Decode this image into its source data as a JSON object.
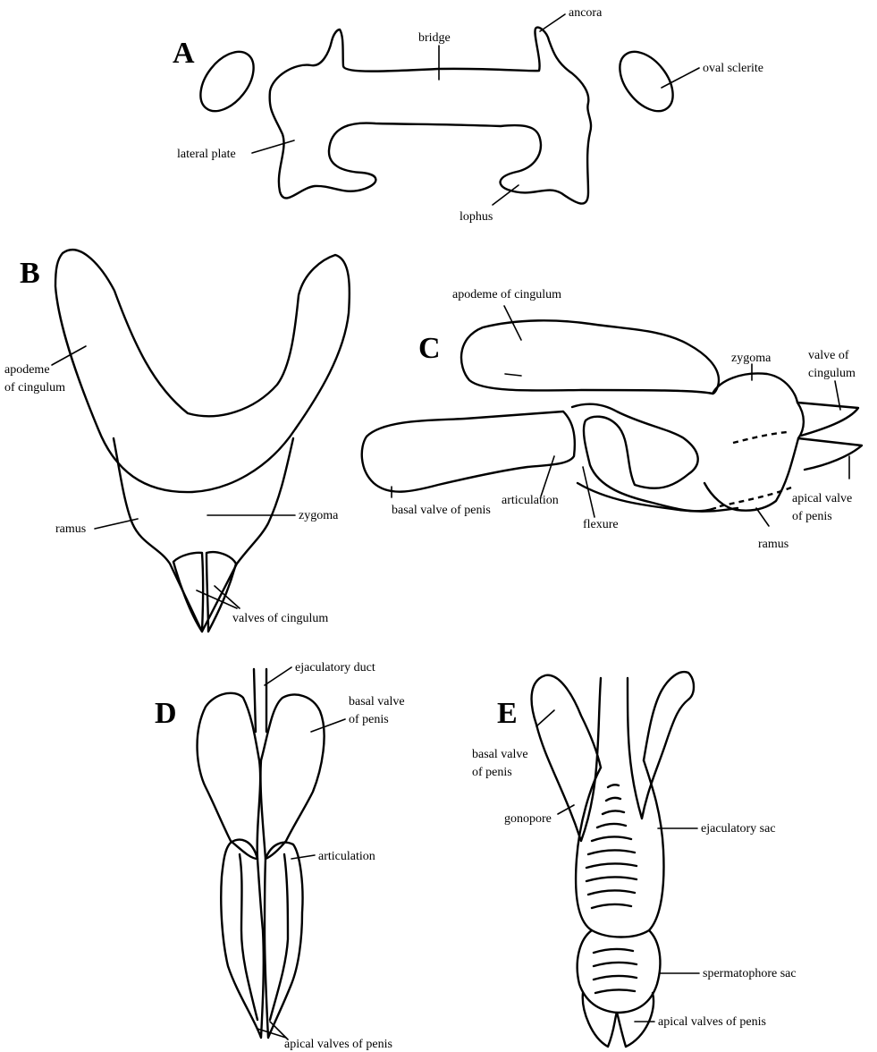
{
  "panels": [
    "A",
    "B",
    "C",
    "D",
    "E"
  ],
  "labels": {
    "a_ancora": "ancora",
    "a_bridge": "bridge",
    "a_oval_sclerite": "oval sclerite",
    "a_lateral_plate": "lateral plate",
    "a_lophus": "lophus",
    "b_apodeme_1": "apodeme",
    "b_apodeme_2": "of cingulum",
    "b_ramus": "ramus",
    "b_zygoma": "zygoma",
    "b_valves": "valves of cingulum",
    "c_apodeme": "apodeme of cingulum",
    "c_zygoma": "zygoma",
    "c_valve_1": "valve of",
    "c_valve_2": "cingulum",
    "c_basal": "basal valve of penis",
    "c_articulation": "articulation",
    "c_flexure": "flexure",
    "c_apical_1": "apical valve",
    "c_apical_2": "of penis",
    "c_ramus": "ramus",
    "d_duct": "ejaculatory duct",
    "d_basal_1": "basal valve",
    "d_basal_2": "of penis",
    "d_articulation": "articulation",
    "d_apical": "apical valves of penis",
    "e_basal_1": "basal valve",
    "e_basal_2": "of penis",
    "e_gonopore": "gonopore",
    "e_ejac_sac": "ejaculatory sac",
    "e_spermatophore": "spermatophore sac",
    "e_apical": "apical valves of penis"
  }
}
